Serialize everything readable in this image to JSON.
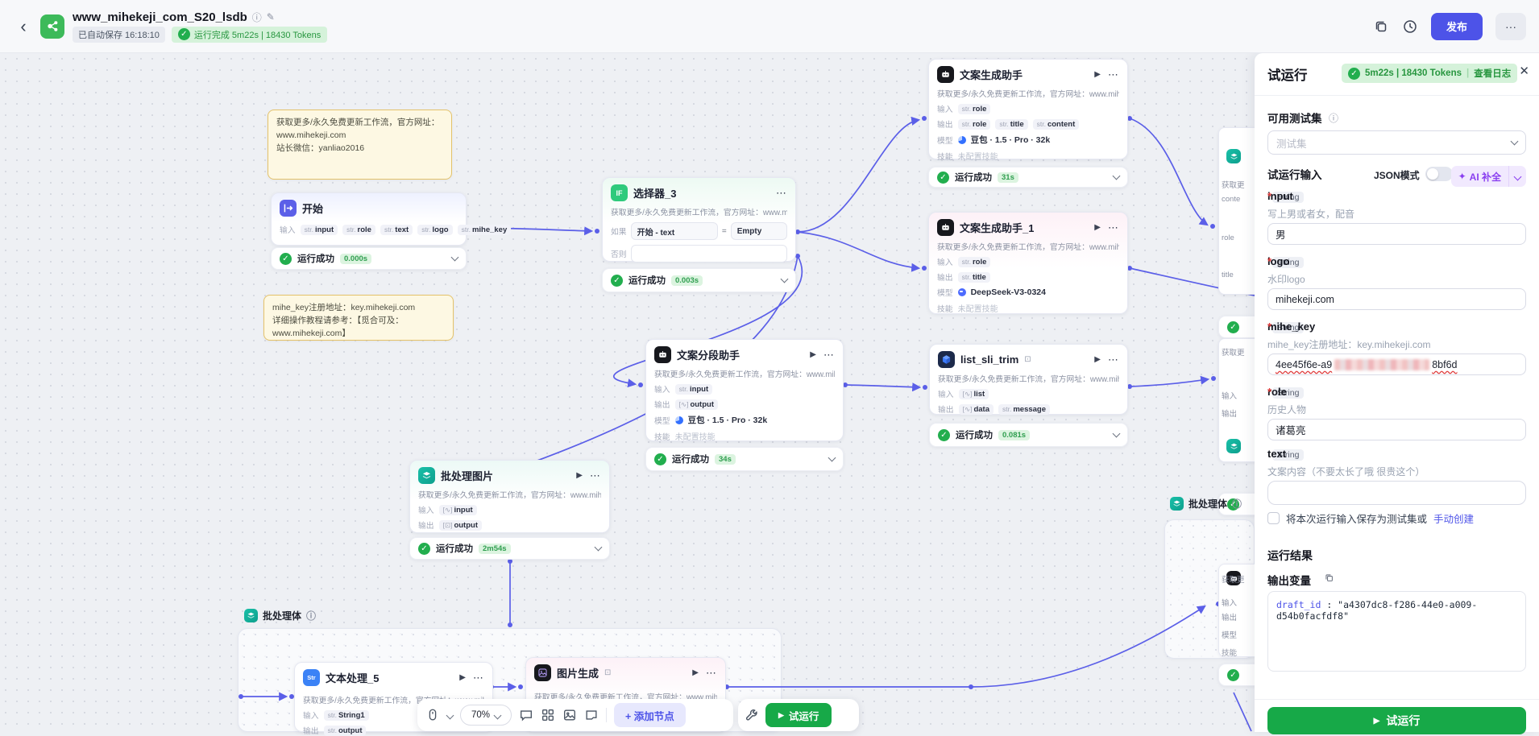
{
  "icons": {
    "check": "✓",
    "play": "▶",
    "more": "⋯",
    "more_h": "···",
    "close": "✕",
    "back": "‹",
    "info": "ⓘ",
    "edit": "✎",
    "sparkle": "✦",
    "plus": "+"
  },
  "header": {
    "title": "www_mihekeji_com_S20_lsdb",
    "autosave": "已自动保存 16:18:10",
    "run_badge": "运行完成 5m22s | 18430 Tokens",
    "publish": "发布"
  },
  "canvas": {
    "subtitle": "获取更多/永久免费更新工作流，官方网址：www.mihekeji.co…",
    "notes": {
      "n1": "获取更多/永久免费更新工作流，官方网址：\nwww.mihekeji.com\n站长微信：yanliao2016",
      "n2": "mihe_key注册地址：key.mihekeji.com\n详细操作教程请参考：【觅合可及：www.mihekeji.com】"
    },
    "labels": {
      "input": "输入",
      "output": "输出",
      "model": "模型",
      "skill": "技能",
      "if": "如果",
      "else": "否则",
      "success": "运行成功",
      "skill_none": "未配置技能"
    },
    "nodes": {
      "start": {
        "title": "开始",
        "b0": "input",
        "b1": "role",
        "b2": "text",
        "b3": "logo",
        "b4": "mihe_key",
        "time": "0.000s"
      },
      "selector": {
        "title": "选择器_3",
        "cond_left": "开始 - text",
        "op": "=",
        "cond_right": "Empty",
        "time": "0.003s"
      },
      "copywriter": {
        "title": "文案生成助手",
        "in0": "role",
        "out0": "role",
        "out1": "title",
        "out2": "content",
        "model": "豆包 · 1.5 · Pro · 32k",
        "time": "31s"
      },
      "copywriter1": {
        "title": "文案生成助手_1",
        "in0": "role",
        "out0": "title",
        "model": "DeepSeek-V3-0324"
      },
      "splitter": {
        "title": "文案分段助手",
        "in0": "input",
        "out0": "output",
        "model": "豆包 · 1.5 · Pro · 32k",
        "time": "34s"
      },
      "listtrim": {
        "title": "list_sli_trim",
        "in0": "list",
        "out0": "data",
        "out1": "message",
        "time": "0.081s"
      },
      "batchimg": {
        "title": "批处理图片",
        "in0": "input",
        "out0": "output",
        "time": "2m54s"
      },
      "batch1": {
        "title": "批处理体"
      },
      "textproc": {
        "title": "文本处理_5",
        "in0": "String1",
        "out0": "output"
      },
      "imggen": {
        "title": "图片生成"
      },
      "batch2": {
        "title": "批处理体"
      },
      "frag": {
        "get": "获取更",
        "conte": "conte",
        "role": "role",
        "title": "title",
        "in": "输入",
        "out": "输出",
        "model": "模型",
        "skill": "技能"
      }
    }
  },
  "toolbar": {
    "zoom": "70%",
    "add_node": "添加节点",
    "run": "试运行"
  },
  "panel": {
    "title": "试运行",
    "badge_time": "5m22s | 18430 Tokens",
    "view_log": "查看日志",
    "testset_label": "可用测试集",
    "testset_placeholder": "测试集",
    "input_section": "试运行输入",
    "json_mode": "JSON模式",
    "ai_complete": "AI 补全",
    "fields": [
      {
        "name": "input",
        "type": "String",
        "desc": "写上男或者女，配音",
        "value": "男"
      },
      {
        "name": "logo",
        "type": "String",
        "desc": "水印logo",
        "value": "mihekeji.com"
      },
      {
        "name": "mihe_key",
        "type": "String",
        "desc": "mihe_key注册地址：key.mihekeji.com",
        "value_prefix": "4ee45f6e-a9",
        "value_suffix": "8bf6d"
      },
      {
        "name": "role",
        "type": "String",
        "desc": "历史人物",
        "value": "诸葛亮"
      },
      {
        "name": "text",
        "type": "String",
        "desc": "文案内容（不要太长了哦 很贵这个）",
        "value": ""
      }
    ],
    "save_text": "将本次运行输入保存为测试集或",
    "save_link": "手动创建",
    "result_title": "运行结果",
    "output_title": "输出变量",
    "output_key": "draft_id",
    "output_sep": " : ",
    "output_value": "\"a4307dc8-f286-44e0-a009-d54b0facfdf8\"",
    "run_button": "试运行"
  },
  "colors": {
    "accent": "#4d53e8",
    "edge": "#5b5fe8",
    "green": "#17a948",
    "badge_green_bg": "#d5f2da",
    "note_bg": "#fdf8e3",
    "note_border": "#e4c26a"
  }
}
